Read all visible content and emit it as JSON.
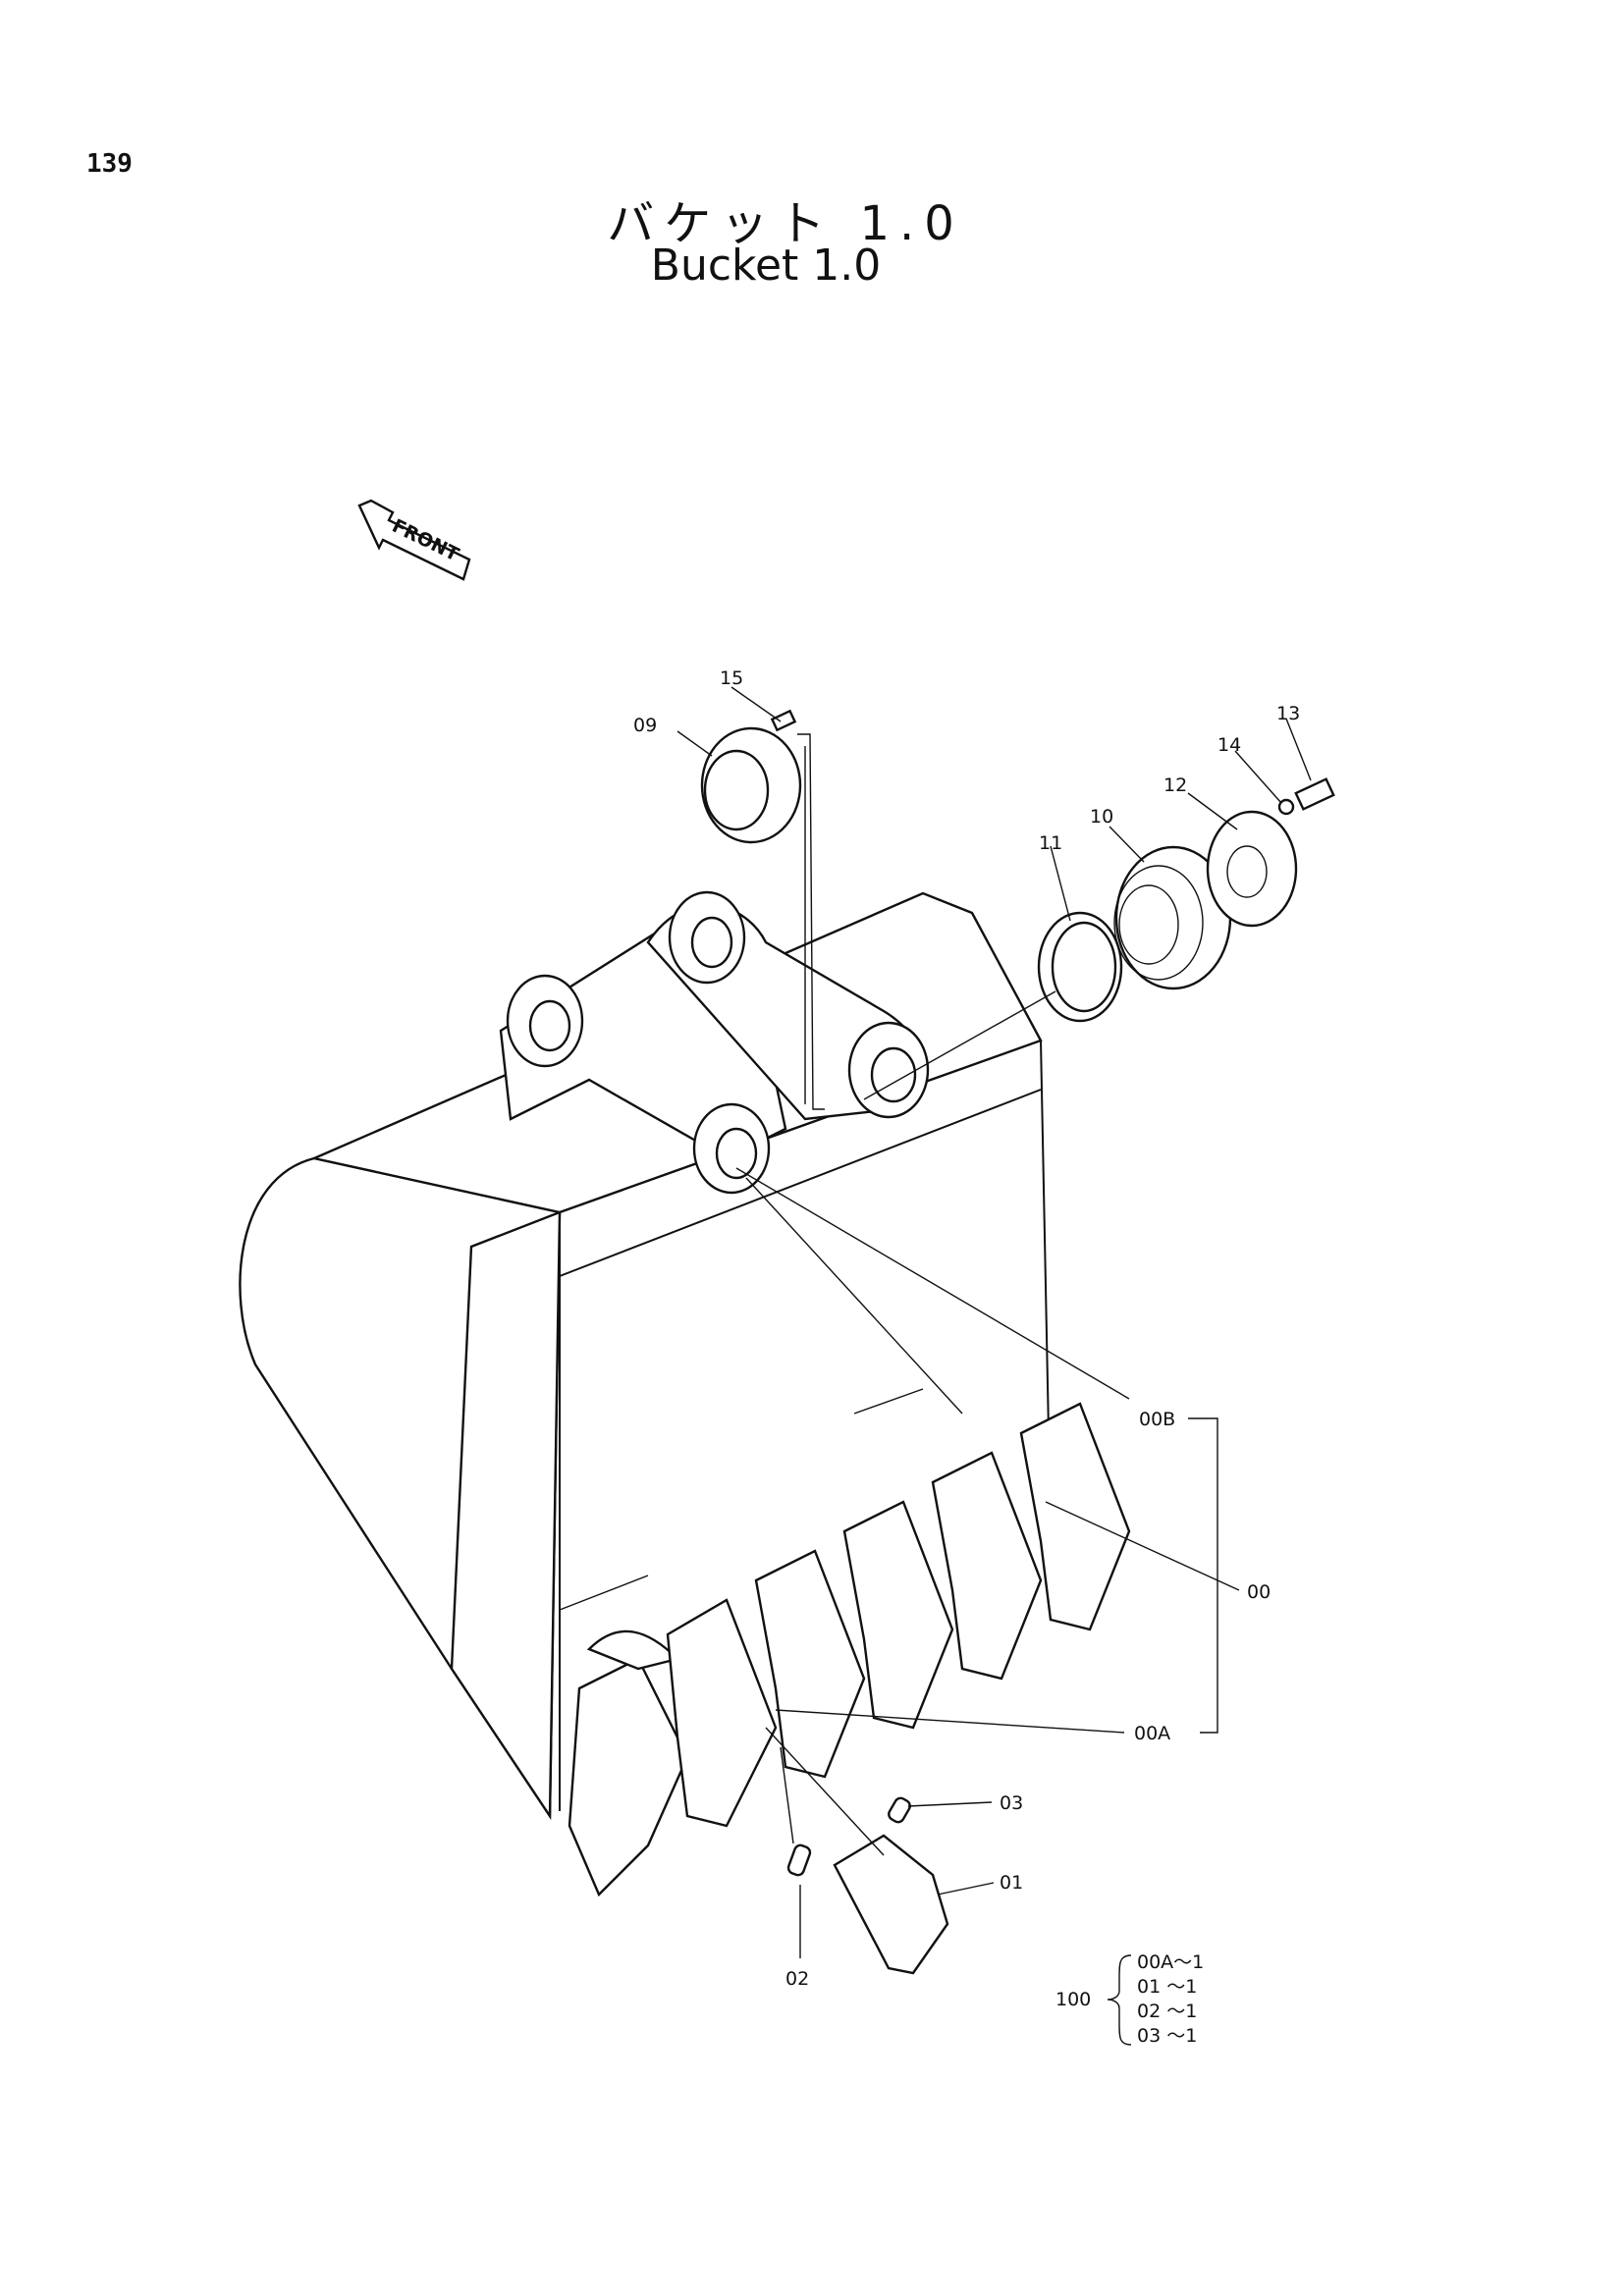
{
  "page_number": "139",
  "title_ja": "バケット 1.0",
  "title_en": "Bucket 1.0",
  "front_label": "FRONT",
  "callouts": {
    "c15": "15",
    "c09": "09",
    "c13": "13",
    "c14": "14",
    "c12": "12",
    "c10": "10",
    "c11": "11",
    "c00B": "00B",
    "c00": "00",
    "c00A": "00A",
    "c03": "03",
    "c01": "01",
    "c02": "02"
  },
  "assembly": {
    "number": "100",
    "items": [
      "00A〜1",
      "01 〜1",
      "02 〜1",
      "03 〜1"
    ]
  }
}
